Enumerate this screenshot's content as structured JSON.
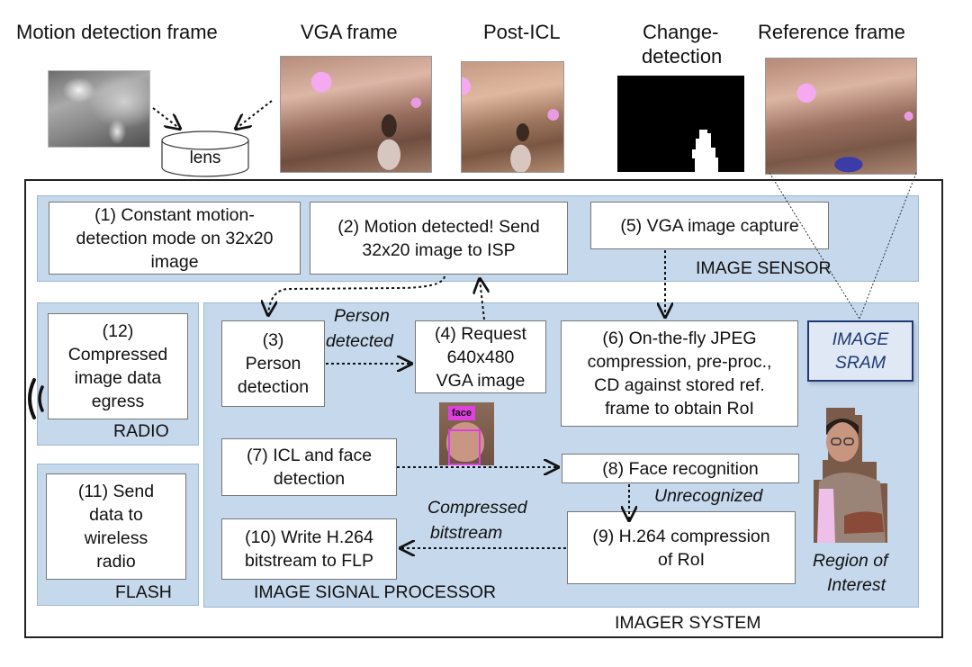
{
  "frames": {
    "motion_detection": {
      "title": "Motion detection frame"
    },
    "lens": {
      "label": "lens"
    },
    "vga": {
      "title": "VGA frame"
    },
    "post_icl": {
      "title": "Post-ICL"
    },
    "change_detection": {
      "title_line1": "Change-",
      "title_line2": "detection"
    },
    "reference": {
      "title": "Reference frame"
    }
  },
  "system": {
    "label": "IMAGER SYSTEM"
  },
  "image_sensor": {
    "label": "IMAGE SENSOR",
    "step1": {
      "line1": "(1) Constant motion-",
      "line2": "detection mode on 32x20",
      "line3": "image"
    },
    "step2": {
      "line1": "(2) Motion detected! Send",
      "line2": "32x20 image to ISP"
    },
    "step5": {
      "line1": "(5) VGA image capture"
    }
  },
  "radio": {
    "label": "RADIO",
    "step12": {
      "line1": "(12)",
      "line2": "Compressed",
      "line3": "image data",
      "line4": "egress"
    }
  },
  "flash": {
    "label": "FLASH",
    "step11": {
      "line1": "(11) Send",
      "line2": "data to",
      "line3": "wireless",
      "line4": "radio"
    }
  },
  "isp": {
    "label": "IMAGE SIGNAL PROCESSOR",
    "step3": {
      "line1": "(3)",
      "line2": "Person",
      "line3": "detection"
    },
    "step4": {
      "line1": "(4) Request",
      "line2": "640x480",
      "line3": "VGA image"
    },
    "step6": {
      "line1": "(6) On-the-fly JPEG",
      "line2": "compression, pre-proc.,",
      "line3": "CD against stored ref.",
      "line4": "frame to obtain RoI"
    },
    "step7": {
      "line1": "(7) ICL and face",
      "line2": "detection"
    },
    "step8": {
      "line1": "(8) Face recognition"
    },
    "step9": {
      "line1": "(9) H.264 compression",
      "line2": "of RoI"
    },
    "step10": {
      "line1": "(10) Write H.264",
      "line2": "bitstream to FLP"
    },
    "sram": {
      "line1": "IMAGE",
      "line2": "SRAM"
    },
    "annotations": {
      "person_detected_1": "Person",
      "person_detected_2": "detected",
      "unrecognized": "Unrecognized",
      "compressed_1": "Compressed",
      "compressed_2": "bitstream",
      "roi_1": "Region of",
      "roi_2": "Interest",
      "face_tag": "face"
    }
  },
  "colors": {
    "region_fill": "#c5d8ec",
    "region_border": "#9db8d6",
    "sram_border": "#1f3a73",
    "sram_text": "#1f3a73",
    "face_box": "#e040e0"
  }
}
